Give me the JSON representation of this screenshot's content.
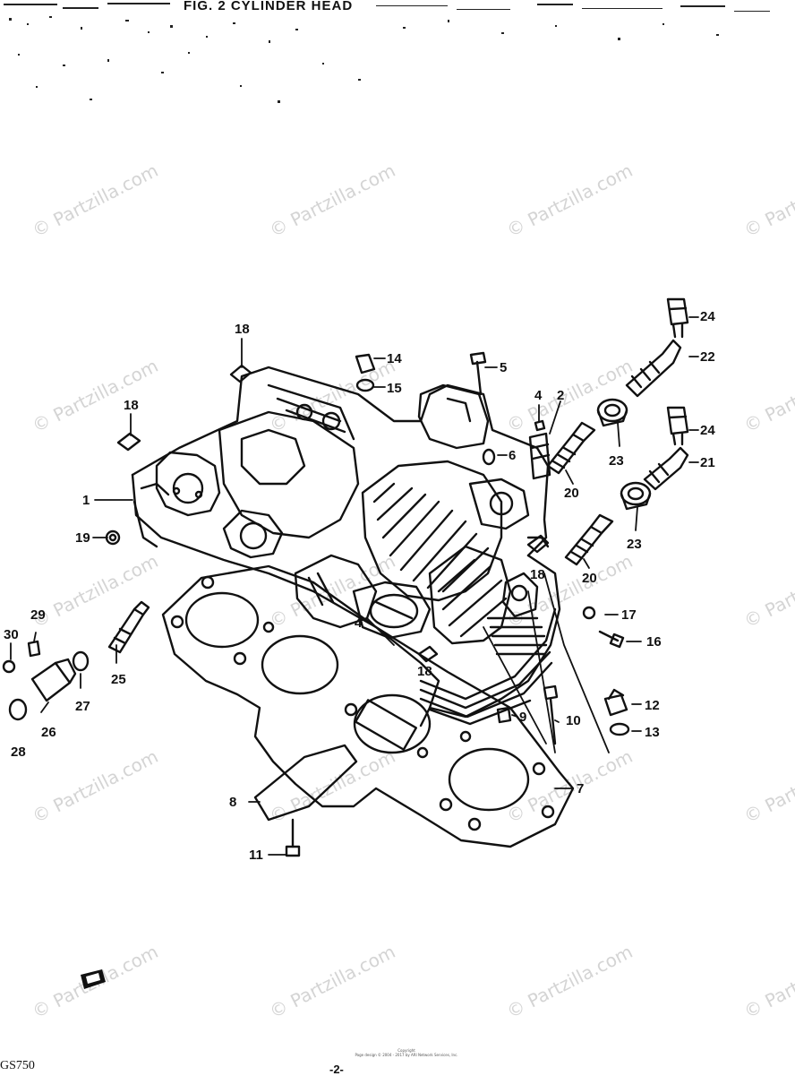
{
  "header": {
    "title": "FIG. 2 CYLINDER HEAD"
  },
  "watermark": {
    "text": "© Partzilla.com"
  },
  "labels": {
    "n1": "1",
    "n2": "2",
    "n4a": "4",
    "n4b": "4",
    "n5": "5",
    "n6": "6",
    "n7": "7",
    "n8": "8",
    "n9": "9",
    "n10": "10",
    "n11": "11",
    "n12": "12",
    "n13": "13",
    "n14": "14",
    "n15": "15",
    "n16": "16",
    "n17": "17",
    "n18a": "18",
    "n18b": "18",
    "n18c": "18",
    "n18d": "18",
    "n19": "19",
    "n20a": "20",
    "n20b": "20",
    "n21": "21",
    "n22": "22",
    "n23a": "23",
    "n23b": "23",
    "n24a": "24",
    "n24b": "24",
    "n25": "25",
    "n26": "26",
    "n27": "27",
    "n28": "28",
    "n29": "29",
    "n30": "30"
  },
  "footer": {
    "model": "GS750",
    "page": "-2-",
    "copyright_line1": "Copyright",
    "copyright_line2": "Page design © 2004 - 2017 by ARI Network Services, Inc."
  }
}
